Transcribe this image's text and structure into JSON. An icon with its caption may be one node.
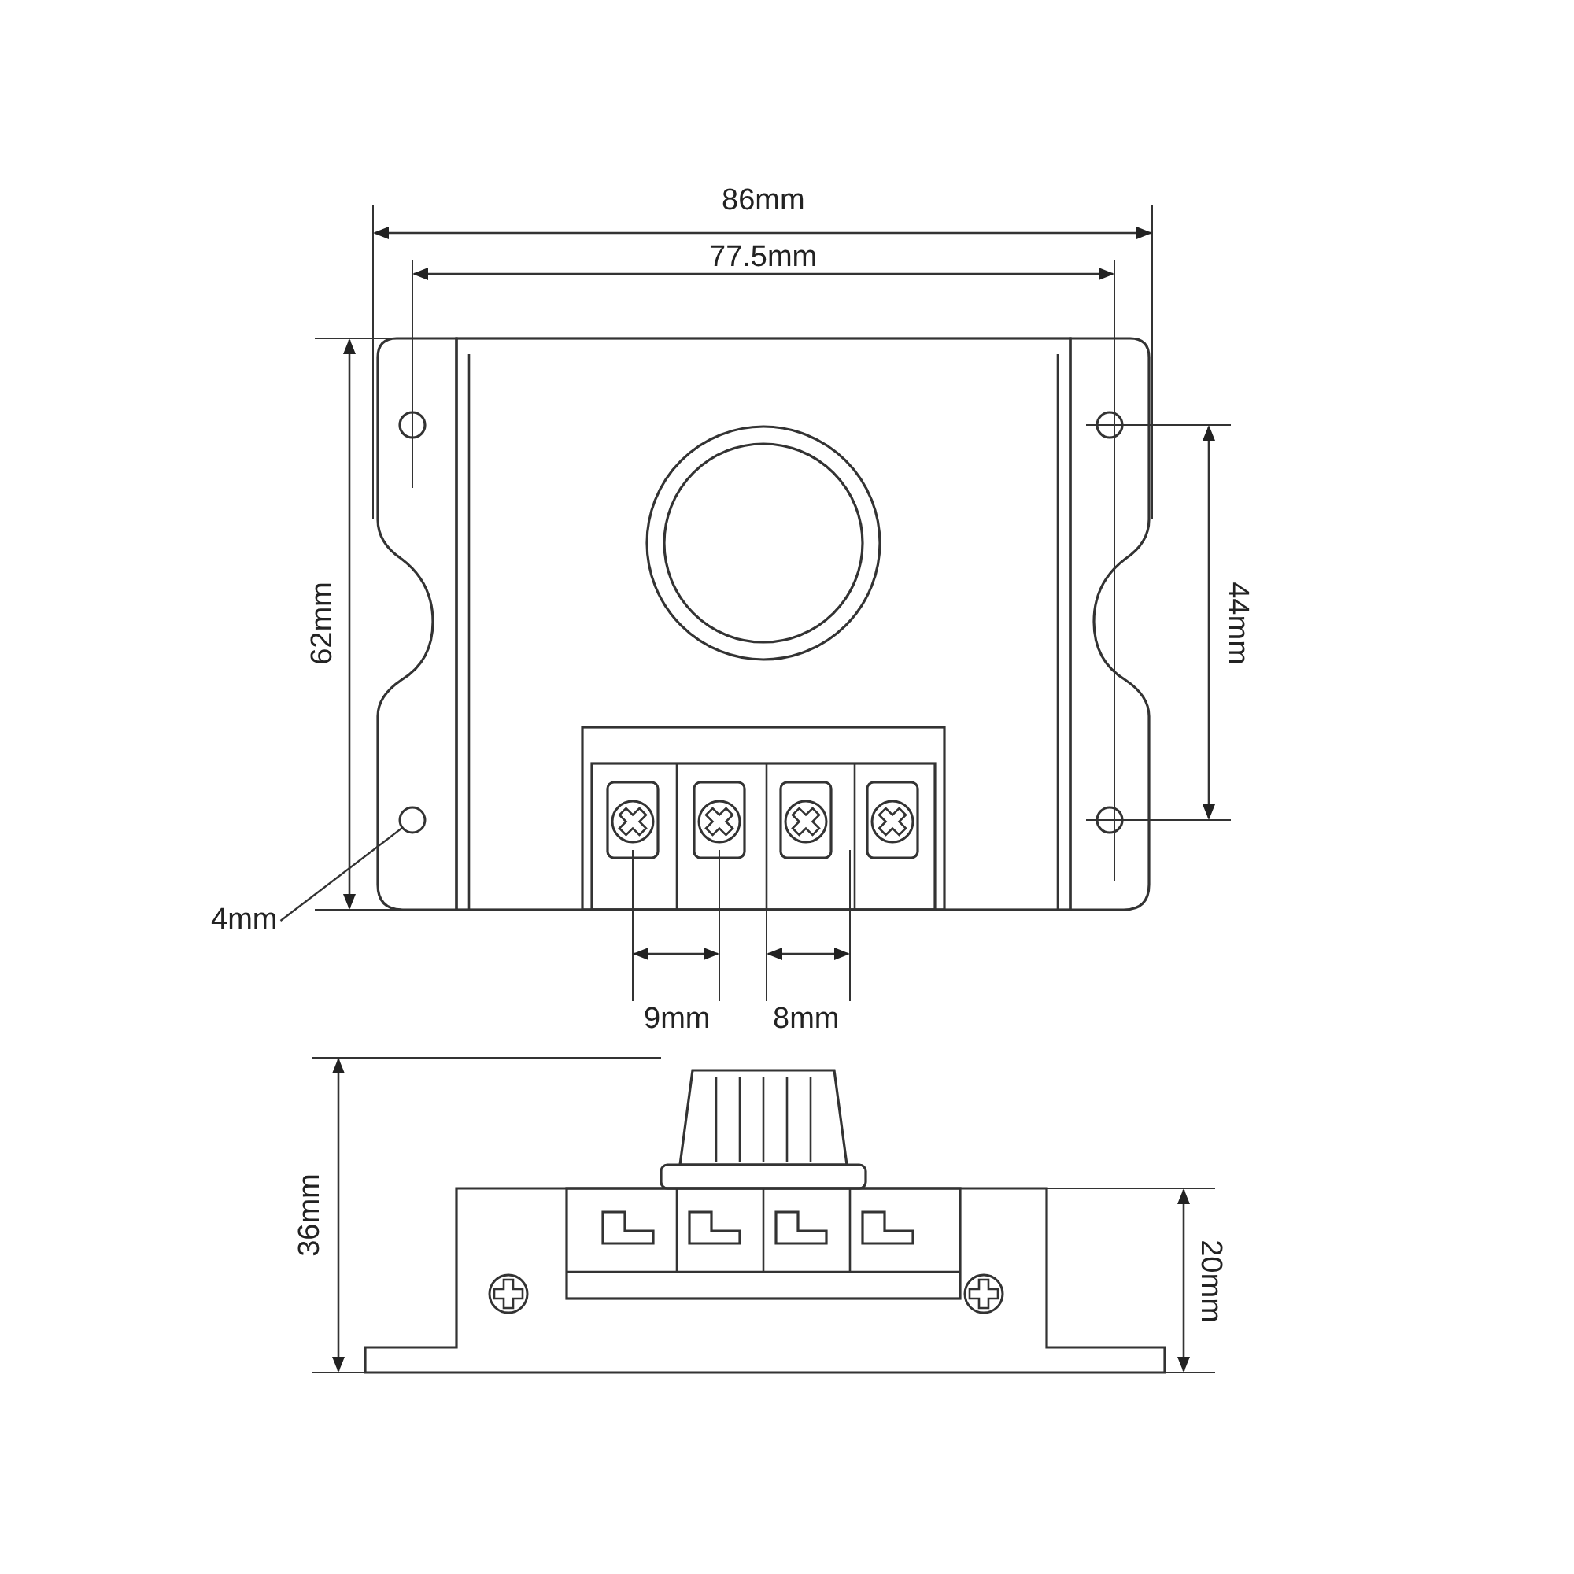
{
  "diagram": {
    "nodes": [
      {
        "text": [
          "4mm"
        ]
      },
      {
        "text": [],
        "shape": "circle"
      }
    ],
    "edges": [
      {
        "from": 0,
        "to": 1,
        "arrow": "none"
      }
    ],
    "labels": [
      "86mm",
      "77.5mm",
      "62mm",
      "44mm",
      "9mm",
      "8mm",
      "36mm",
      "20mm"
    ]
  }
}
